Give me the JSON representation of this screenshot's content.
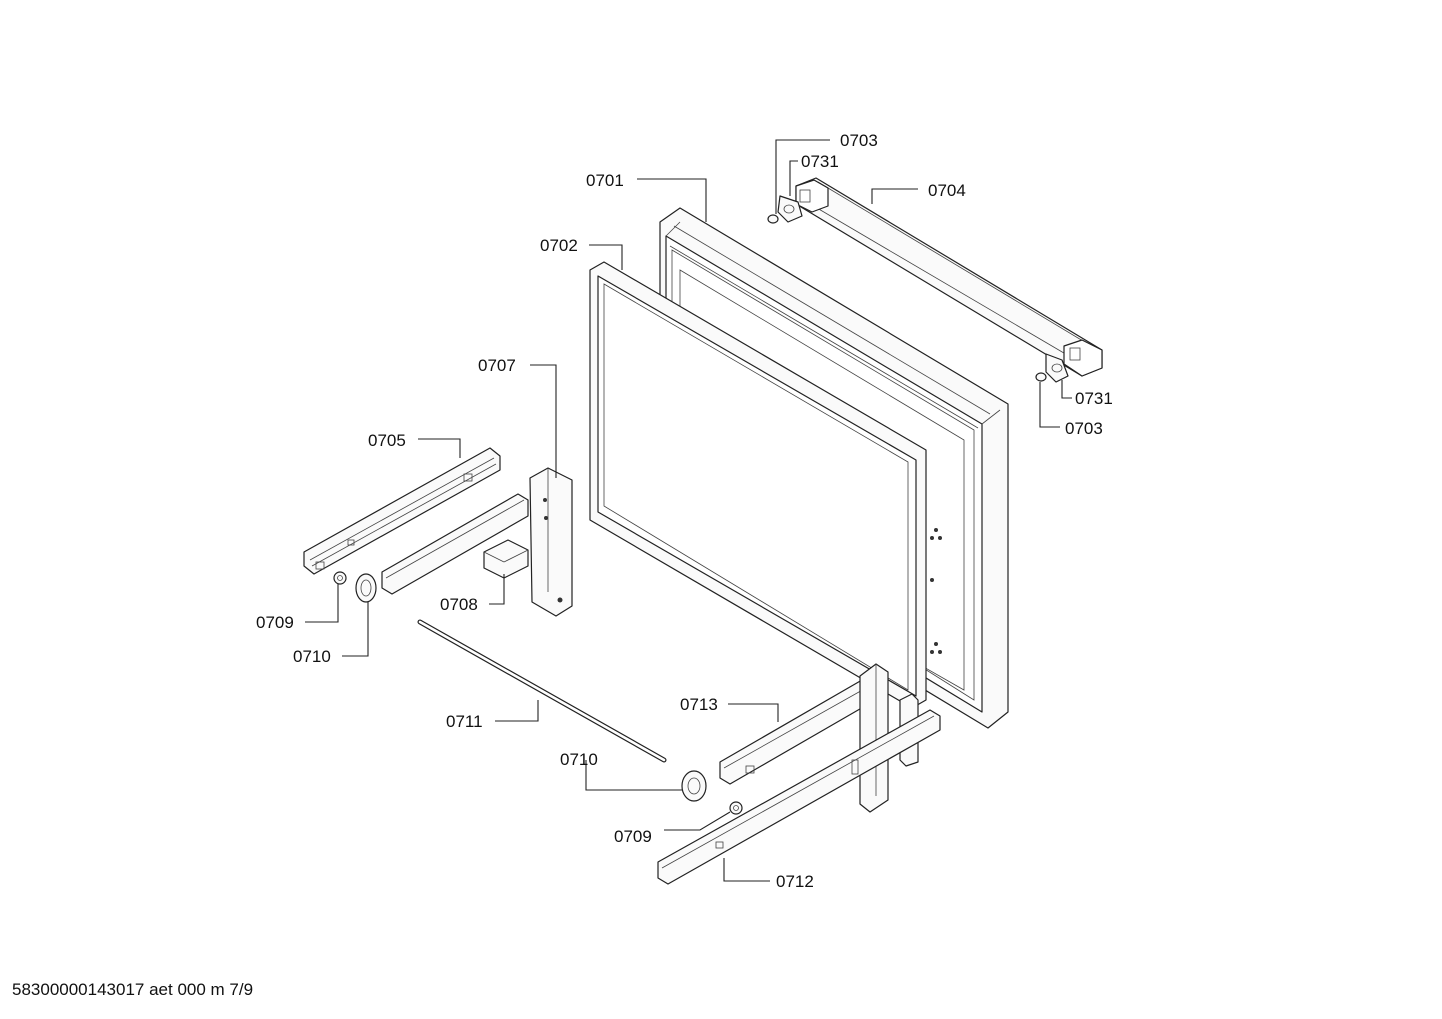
{
  "labels": {
    "l0701": "0701",
    "l0702": "0702",
    "l0703a": "0703",
    "l0703b": "0703",
    "l0704": "0704",
    "l0705": "0705",
    "l0707": "0707",
    "l0708": "0708",
    "l0709a": "0709",
    "l0709b": "0709",
    "l0710a": "0710",
    "l0710b": "0710",
    "l0711": "0711",
    "l0712": "0712",
    "l0713": "0713",
    "l0731a": "0731",
    "l0731b": "0731"
  },
  "footer": "58300000143017 aet 000 m 7/9"
}
